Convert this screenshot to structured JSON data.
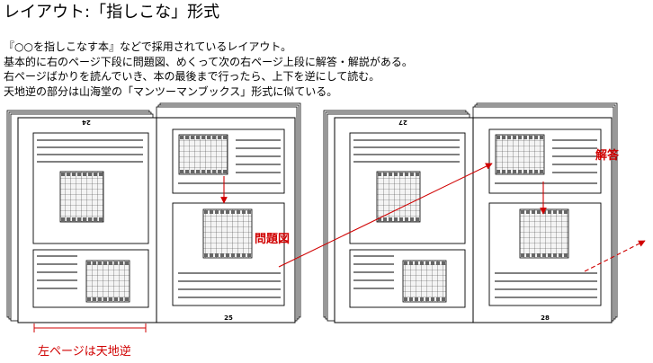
{
  "title": "レイアウト:「指しこな」形式",
  "description": [
    "『○○を指しこなす本』などで採用されているレイアウト。",
    "基本的に右のページ下段に問題図、めくって次の右ページ上段に解答・解説がある。",
    "右ページばかりを読んでいき、本の最後まで行ったら、上下を逆にして読む。",
    "天地逆の部分は山海堂の「マンツーマンブックス」形式に似ている。"
  ],
  "diagram": {
    "books": [
      {
        "left_page_number": "24",
        "right_page_number": "25"
      },
      {
        "left_page_number": "27",
        "right_page_number": "28"
      }
    ],
    "labels": {
      "problem": "問題図",
      "answer": "解答",
      "left_page_inverted": "左ページは天地逆"
    },
    "colors": {
      "accent": "#d00000",
      "ink": "#000000",
      "board": "#d8d8d8"
    }
  }
}
